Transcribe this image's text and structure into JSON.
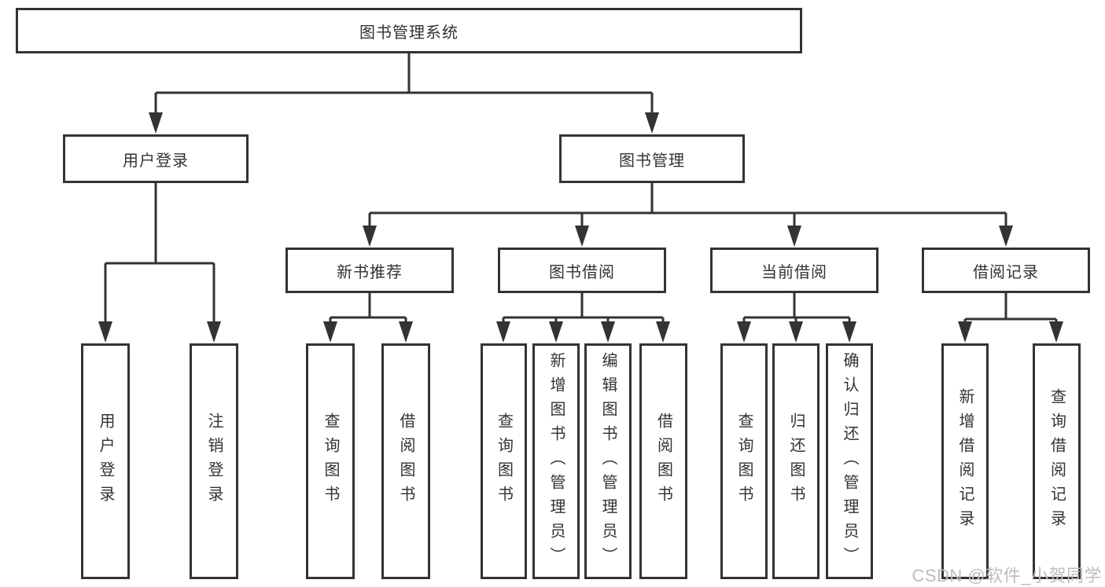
{
  "diagram_type": "hierarchy-tree",
  "tree": {
    "label": "图书管理系统",
    "children": [
      {
        "label": "用户登录",
        "children": [
          {
            "label": "用户登录"
          },
          {
            "label": "注销登录"
          }
        ]
      },
      {
        "label": "图书管理",
        "children": [
          {
            "label": "新书推荐",
            "children": [
              {
                "label": "查询图书"
              },
              {
                "label": "借阅图书"
              }
            ]
          },
          {
            "label": "图书借阅",
            "children": [
              {
                "label": "查询图书"
              },
              {
                "label": "新增图书（管理员）"
              },
              {
                "label": "编辑图书（管理员）"
              },
              {
                "label": "借阅图书"
              }
            ]
          },
          {
            "label": "当前借阅",
            "children": [
              {
                "label": "查询图书"
              },
              {
                "label": "归还图书"
              },
              {
                "label": "确认归还（管理员）"
              }
            ]
          },
          {
            "label": "借阅记录",
            "children": [
              {
                "label": "新增借阅记录"
              },
              {
                "label": "查询借阅记录"
              }
            ]
          }
        ]
      }
    ]
  },
  "watermark": {
    "text": "CSDN @软件_小贺同学"
  },
  "colors": {
    "line": "#333333",
    "box_border": "#333333",
    "text": "#333333",
    "background": "#ffffff",
    "watermark": "#bdbdbd"
  }
}
